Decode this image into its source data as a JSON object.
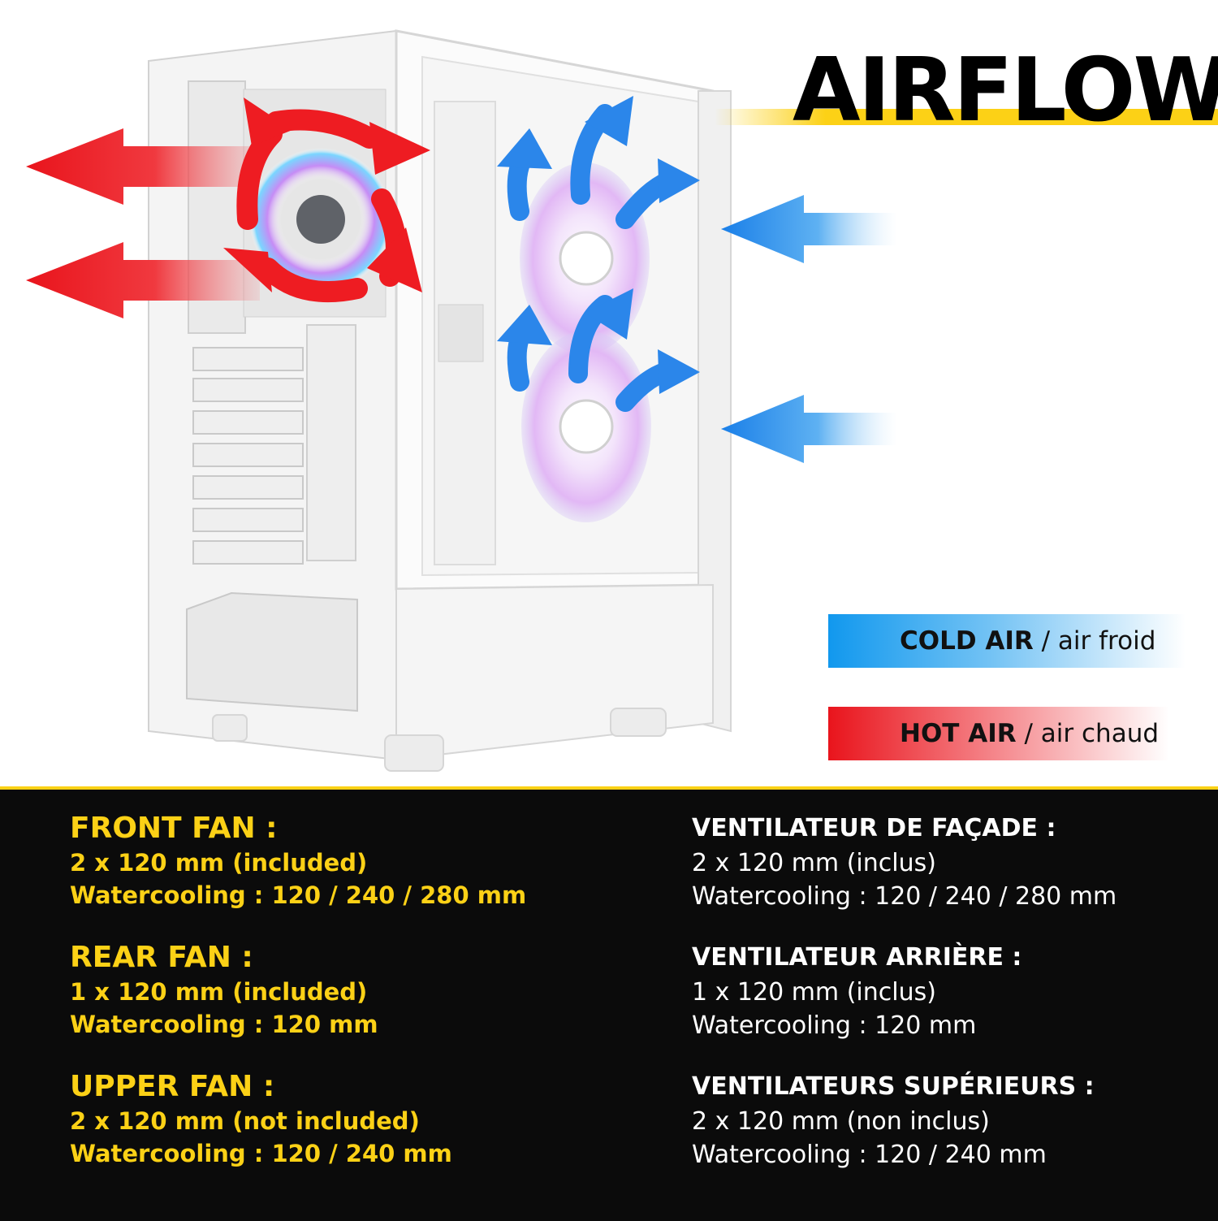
{
  "title": "AIRFLOW",
  "colors": {
    "accent_yellow": "#fcd116",
    "cold_air": "#1198ee",
    "hot_air": "#e9141c",
    "panel_black": "#0b0b0b"
  },
  "legend": {
    "cold": {
      "bold": "COLD AIR",
      "rest": " / air froid"
    },
    "hot": {
      "bold": "HOT AIR",
      "rest": " / air chaud"
    }
  },
  "specs_en": [
    {
      "title": "FRONT FAN :",
      "line1": "2 x 120 mm (included)",
      "line2": "Watercooling : 120 / 240 / 280 mm"
    },
    {
      "title": "REAR FAN :",
      "line1": "1 x 120 mm (included)",
      "line2": "Watercooling : 120 mm"
    },
    {
      "title": "UPPER FAN :",
      "line1": "2 x 120 mm (not included)",
      "line2": "Watercooling : 120 / 240 mm"
    }
  ],
  "specs_fr": [
    {
      "title": "VENTILATEUR DE FAÇADE :",
      "line1": "2 x 120 mm (inclus)",
      "line2": "Watercooling : 120 / 240 / 280 mm"
    },
    {
      "title": "VENTILATEUR ARRIÈRE :",
      "line1": "1 x 120 mm (inclus)",
      "line2": "Watercooling : 120 mm"
    },
    {
      "title": "VENTILATEURS SUPÉRIEURS :",
      "line1": "2 x 120 mm (non inclus)",
      "line2": "Watercooling : 120 / 240 mm"
    }
  ]
}
